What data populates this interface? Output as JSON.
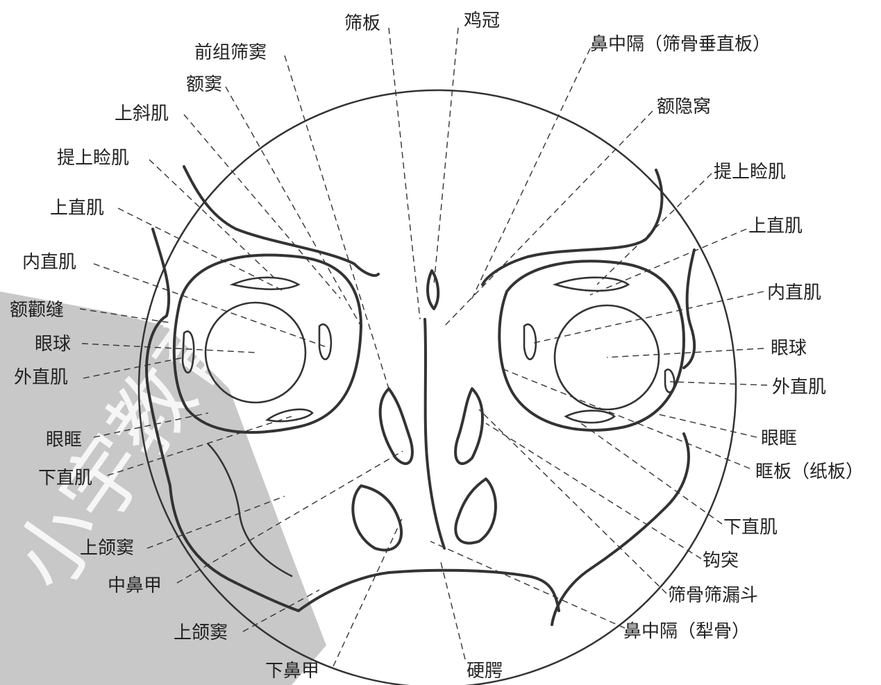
{
  "diagram": {
    "top_labels": [
      "筛板",
      "鸡冠"
    ],
    "left_labels": [
      "前组筛窦",
      "额窦",
      "上斜肌",
      "提上睑肌",
      "上直肌",
      "内直肌",
      "额颧缝",
      "眼球",
      "外直肌",
      "眼眶",
      "下直肌",
      "上颌窦",
      "中鼻甲",
      "上颌窦",
      "下鼻甲"
    ],
    "right_labels": [
      "鼻中隔（筛骨垂直板）",
      "额隐窝",
      "提上睑肌",
      "上直肌",
      "内直肌",
      "眼球",
      "外直肌",
      "眼眶",
      "眶板（纸板）",
      "下直肌",
      "钩突",
      "筛骨筛漏斗",
      "鼻中隔（犁骨）"
    ],
    "bottom_labels": [
      "硬腭"
    ],
    "watermark": "小宇教育"
  },
  "colors": {
    "line": "#333333",
    "watermark": "#9a9a9a",
    "background": "#ffffff"
  }
}
